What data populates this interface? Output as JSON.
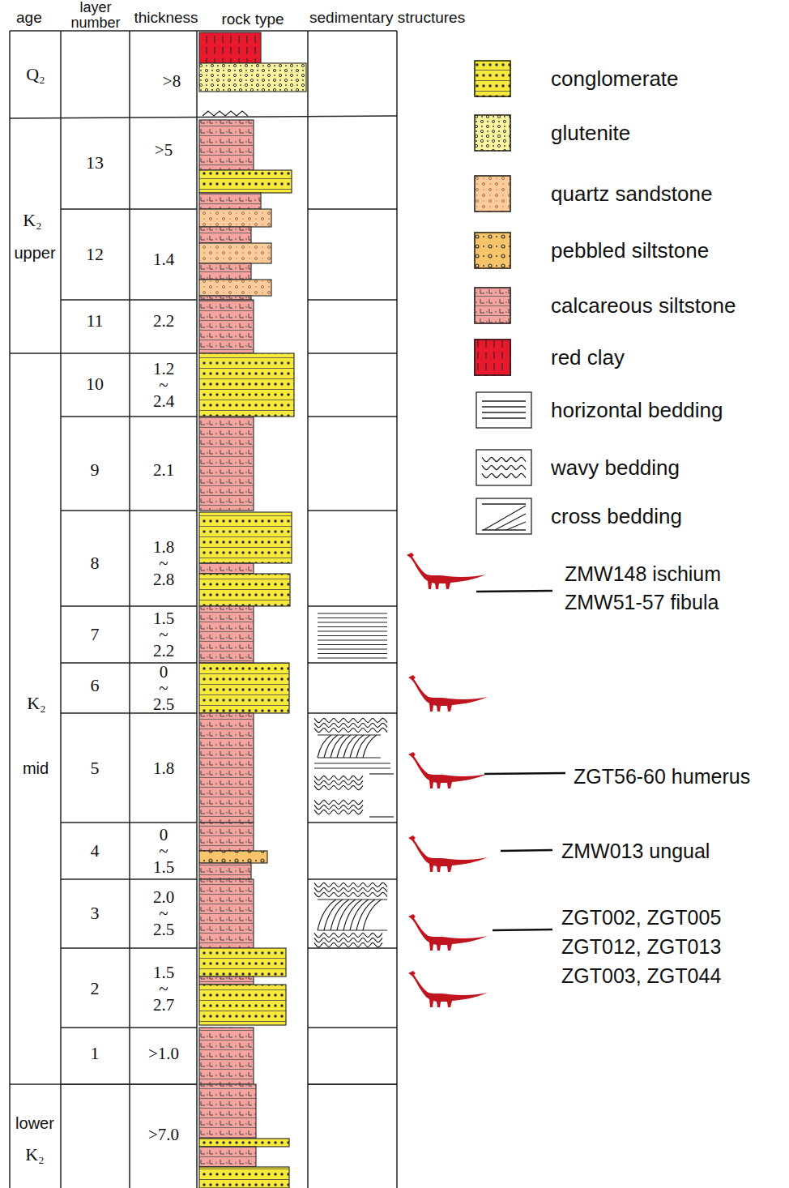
{
  "diagram": {
    "labels": [
      "age",
      "layer number",
      "thickness",
      "rock type",
      "sedimentary structures",
      "Q₂",
      "K₂",
      "upper",
      "K₂",
      "mid",
      "lower",
      "K₂",
      "13",
      "12",
      "11",
      "10",
      "9",
      "8",
      "7",
      "6",
      "5",
      "4",
      "3",
      "2",
      "1",
      ">8",
      ">5",
      "1.4",
      "2.2",
      "1.2 ~ 2.4",
      "2.1",
      "1.8 ~ 2.8",
      "1.5 ~ 2.2",
      "0 ~ 2.5",
      "1.8",
      "0 ~ 1.5",
      "2.0 ~ 2.5",
      "1.5 ~ 2.7",
      ">1.0",
      ">7.0",
      "ZMW148 ischium",
      "ZMW51-57 fibula",
      "ZGT56-60 humerus",
      "ZMW013 ungual",
      "ZGT002, ZGT005",
      "ZGT012, ZGT013",
      "ZGT003, ZGT044"
    ],
    "legend": [
      {
        "text": "conglomerate",
        "color": "#f7ea3a"
      },
      {
        "text": "glutenite",
        "color": "#fbf5a0"
      },
      {
        "text": "quartz sandstone",
        "color": "#fbcb9c"
      },
      {
        "text": "pebbled siltstone",
        "color": "#f9c46a"
      },
      {
        "text": "calcareous siltstone",
        "color": "#f4a39e"
      },
      {
        "text": "red clay",
        "color": "#e8192c"
      },
      {
        "text": "horizontal bedding"
      },
      {
        "text": "wavy bedding"
      },
      {
        "text": "cross bedding"
      }
    ]
  }
}
